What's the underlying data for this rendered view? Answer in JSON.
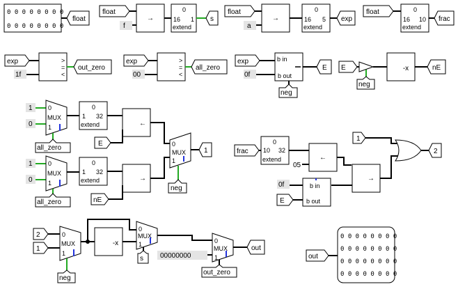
{
  "colors": {
    "wire": "#000000",
    "active_wire": "#22aa22",
    "select_wire": "#2233dd",
    "constant_bg": "#e4e4e4"
  },
  "input_pins": {
    "float_top_left": {
      "bits": [
        "0 0 0 0 0 0 0 0",
        "0 0 0 0 0 0 0 0"
      ]
    }
  },
  "tunnels": {
    "float1": "float",
    "float2": "float",
    "float3": "float",
    "float4": "float",
    "s": "s",
    "exp_out": "exp",
    "frac_out": "frac",
    "exp1": "exp",
    "exp2": "exp",
    "exp3": "exp",
    "out_zero1": "out_zero",
    "all_zero1": "all_zero",
    "E_out1": "E",
    "E_in_neg": "E",
    "nE_out": "nE",
    "neg1": "neg",
    "neg_src": "neg",
    "all_zero_a": "all_zero",
    "all_zero_b": "all_zero",
    "E_shift": "E",
    "nE_shift": "nE",
    "neg_sel": "neg",
    "out1": "1",
    "frac_in": "frac",
    "one_in": "1",
    "two_out": "2",
    "E_bin": "E",
    "two_in": "2",
    "one_in2": "1",
    "s_sel": "s",
    "neg_sel2": "neg",
    "out_zero_sel": "out_zero",
    "out_tunnel": "out",
    "out_probe": "out"
  },
  "constants": {
    "f": "f",
    "a": "a",
    "c1f": "1f",
    "c00": "00",
    "c0f": "0f",
    "mux1_in1": "1",
    "mux1_in0": "0",
    "mux2_in1": "1",
    "mux2_in0": "0",
    "c05": "05",
    "c0f_b": "0f",
    "zeros": "00000000"
  },
  "splitters": {
    "split1": {
      "top": "0",
      "left": "16",
      "right": "1",
      "bottom": "extend"
    },
    "split2": {
      "top": "0",
      "left": "16",
      "right": "5",
      "bottom": "extend"
    },
    "split3": {
      "top": "0",
      "left": "16",
      "right": "10",
      "bottom": "extend"
    },
    "ext1": {
      "top": "0",
      "left": "1",
      "right": "32",
      "bottom": "extend"
    },
    "ext2": {
      "top": "0",
      "left": "1",
      "right": "32",
      "bottom": "extend"
    },
    "ext3": {
      "top": "0",
      "left": "10",
      "right": "32",
      "bottom": "extend"
    }
  },
  "comparators": {
    "cmp1": {
      "ops": [
        ">",
        "=",
        "<"
      ]
    },
    "cmp2": {
      "ops": [
        ">",
        "=",
        "<"
      ]
    }
  },
  "arith": {
    "shift_arrow": "→",
    "shift_left": "←",
    "shift_right": "→",
    "negate": "-x",
    "negate2": "-x"
  },
  "adders": {
    "add1": {
      "b_in": "b in",
      "b_out": "b out"
    },
    "add2": {
      "b_in": "b in",
      "b_out": "b out"
    }
  },
  "mux": {
    "label": "MUX",
    "sel0": "0",
    "sel1": "1"
  },
  "output_probe": {
    "bits": [
      "0 0 0 0 0 0 0 0",
      "0 0 0 0 0 0 0 0",
      "0 0 0 0 0 0 0 0",
      "0 0 0 0 0 0 0 0"
    ]
  }
}
